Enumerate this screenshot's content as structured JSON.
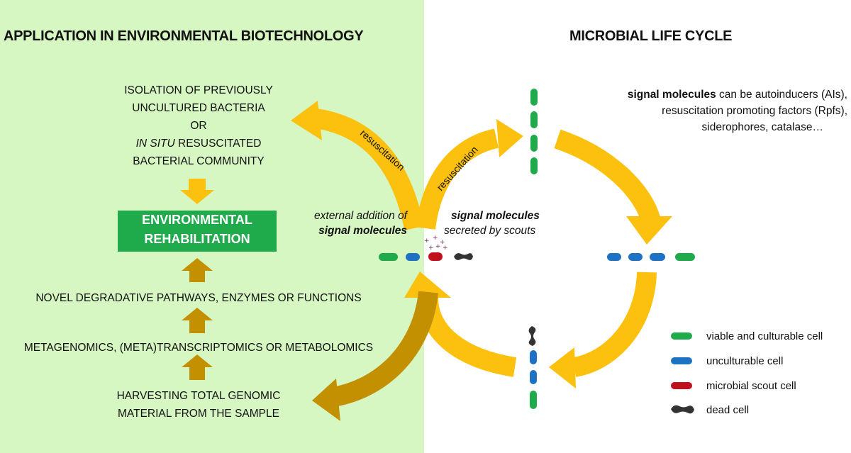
{
  "headings": {
    "left": "APPLICATION IN ENVIRONMENTAL BIOTECHNOLOGY",
    "right": "MICROBIAL LIFE CYCLE"
  },
  "left_column": {
    "isolation_line1": "ISOLATION OF PREVIOUSLY",
    "isolation_line2": "UNCULTURED BACTERIA",
    "or": "OR",
    "insitu_italic": "IN SITU",
    "insitu_rest": " RESUSCITATED",
    "community": "BACTERIAL COMMUNITY",
    "env_line1": "ENVIRONMENTAL",
    "env_line2": "REHABILITATION",
    "novel": "NOVEL DEGRADATIVE PATHWAYS, ENZYMES OR FUNCTIONS",
    "meta": "METAGENOMICS, (META)TRANSCRIPTOMICS OR METABOLOMICS",
    "harvest_line1": "HARVESTING TOTAL GENOMIC",
    "harvest_line2": "MATERIAL FROM THE SAMPLE"
  },
  "center": {
    "resuscitation_left": "resuscitation",
    "resuscitation_right": "resuscitation",
    "external_line1": "external addition of",
    "external_line2": "signal molecules",
    "secreted_line1": "signal molecules",
    "secreted_line2": "secreted by scouts"
  },
  "signal_note": {
    "bold": "signal molecules",
    "rest1": " can be autoinducers (AIs),",
    "line2": "resuscitation promoting factors (Rpfs),",
    "line3": "siderophores, catalase…"
  },
  "legend": [
    {
      "label": "viable and culturable cell",
      "color": "#1faa4c"
    },
    {
      "label": "unculturable cell",
      "color": "#1d72c4"
    },
    {
      "label": "microbial scout cell",
      "color": "#c0101b"
    },
    {
      "label": "dead cell",
      "color": "#333333"
    }
  ],
  "colors": {
    "arrow_yellow": "#fcc10f",
    "arrow_olive": "#c29000",
    "left_background": "#d6f7c2",
    "box_green": "#1faa4c",
    "signal_dots": "#7a2a5a"
  }
}
